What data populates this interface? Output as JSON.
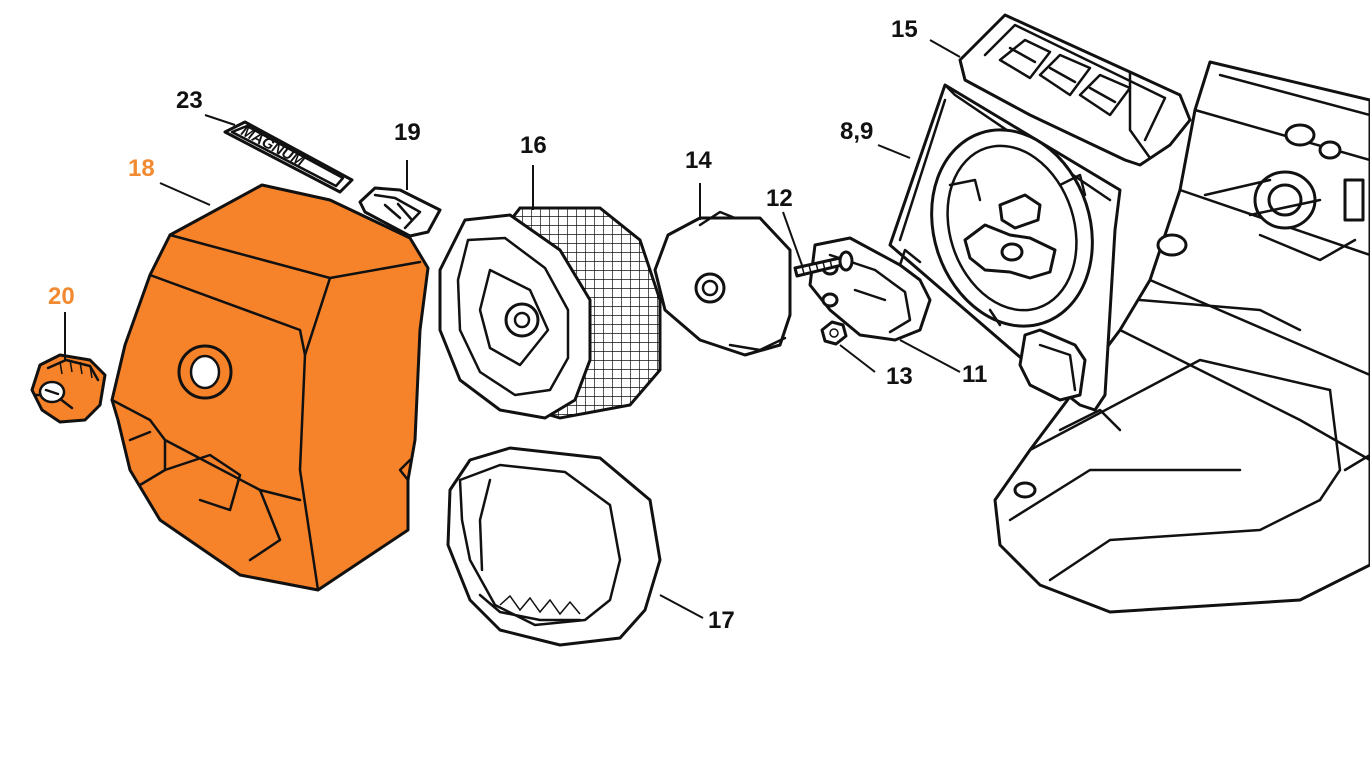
{
  "colors": {
    "highlight": "#f6822a",
    "highlight_label": "#f28a32",
    "outline": "#111111",
    "background": "#ffffff"
  },
  "labels": {
    "p23": "23",
    "p19": "19",
    "p16": "16",
    "p14": "14",
    "p12": "12",
    "p89": "8,9",
    "p15": "15",
    "p18": "18",
    "p20": "20",
    "p13": "13",
    "p11": "11",
    "p17": "17"
  },
  "decal_text": "MAGNUM",
  "highlighted_parts": [
    "18",
    "20"
  ]
}
